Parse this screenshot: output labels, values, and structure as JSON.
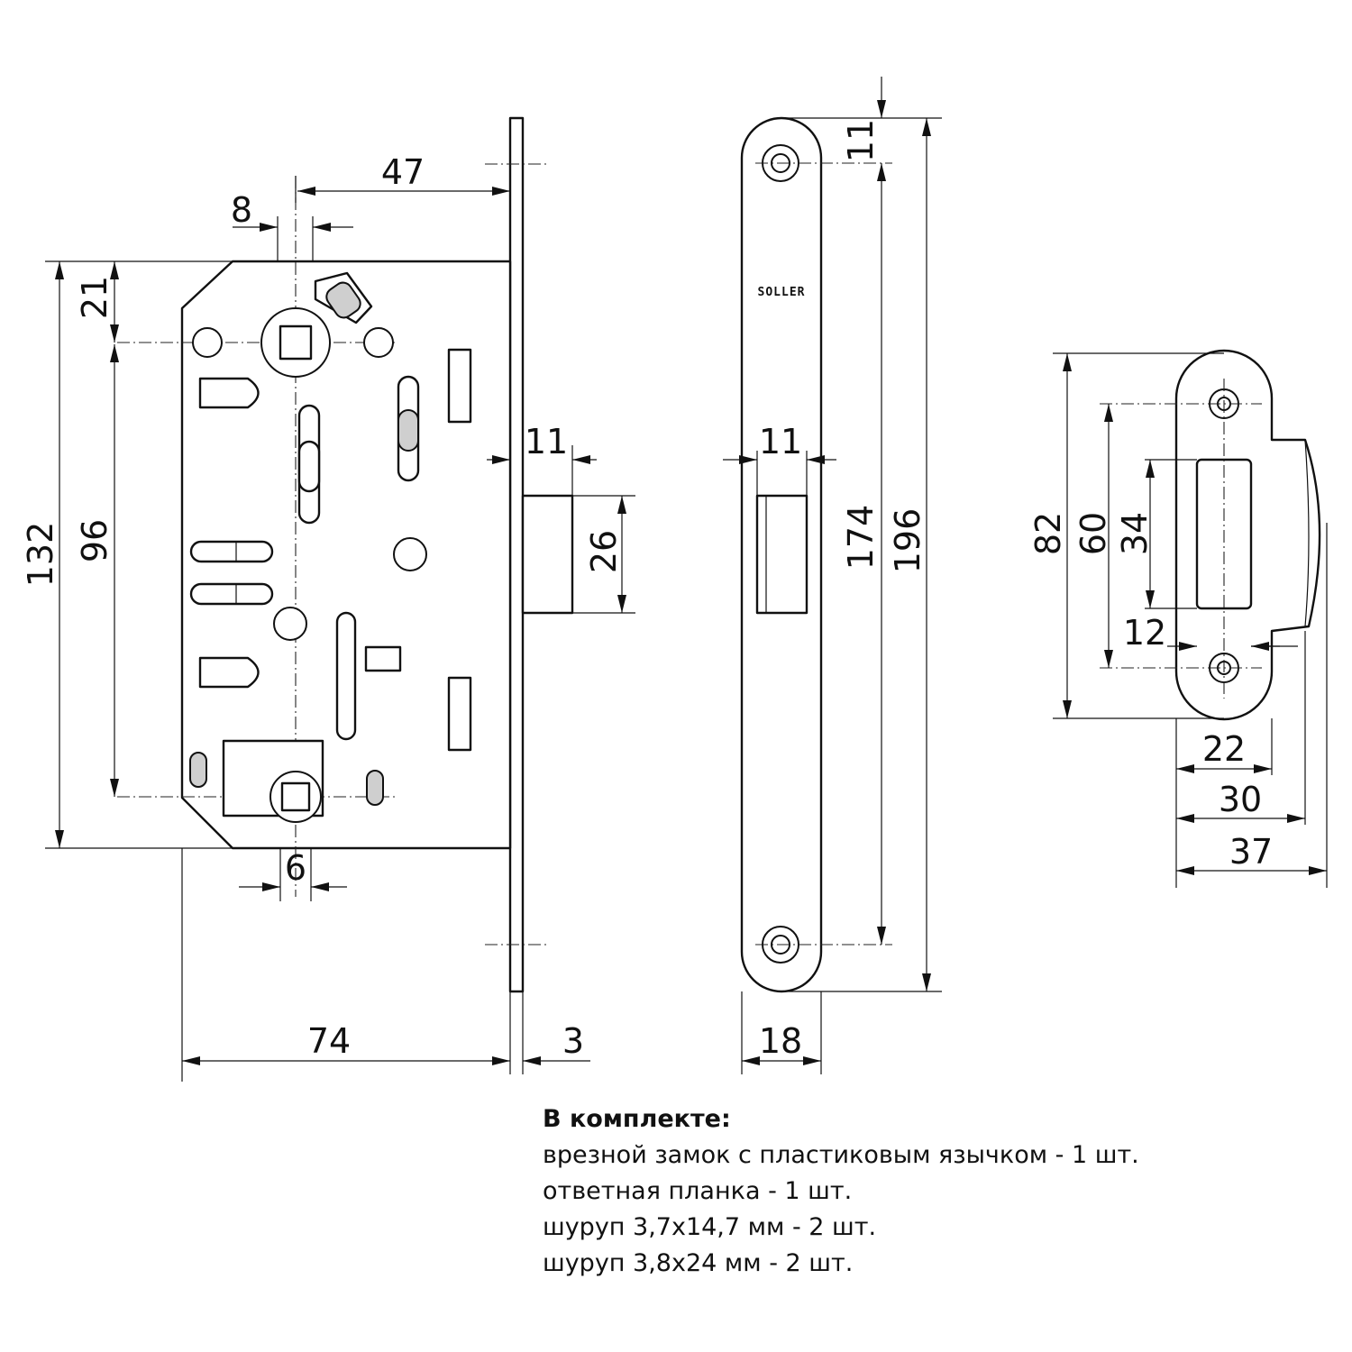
{
  "logo": "SOLLER",
  "dimensions": {
    "d47": "47",
    "d8": "8",
    "d21": "21",
    "d132": "132",
    "d96": "96",
    "d6": "6",
    "d74": "74",
    "d3": "3",
    "d11a": "11",
    "d26": "26",
    "d11top": "11",
    "d11b": "11",
    "d174": "174",
    "d196": "196",
    "d18": "18",
    "d82": "82",
    "d60": "60",
    "d34": "34",
    "d12": "12",
    "d22": "22",
    "d30": "30",
    "d37": "37"
  },
  "kit": {
    "title": "В комплекте:",
    "items": [
      "врезной замок с пластиковым язычком - 1 шт.",
      "ответная планка - 1 шт.",
      "шуруп 3,7x14,7 мм - 2 шт.",
      "шуруп 3,8x24 мм - 2 шт."
    ]
  }
}
